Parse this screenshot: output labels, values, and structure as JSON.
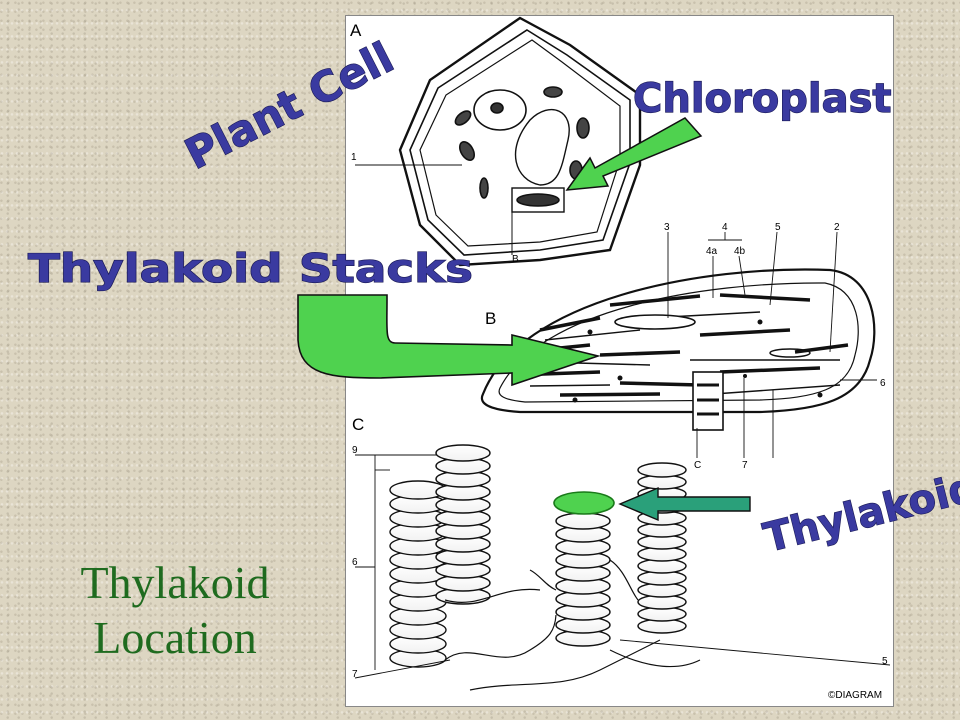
{
  "caption": {
    "line1": "Thylakoid",
    "line2": "Location"
  },
  "titles": {
    "plant_cell": "Plant Cell",
    "chloroplast": "Chloroplast",
    "thylakoid_stacks": "Thylakoid Stacks",
    "thylakoid": "Thylakoid"
  },
  "figure": {
    "section_a": "A",
    "section_b": "B",
    "section_c": "C",
    "copyright": "©DIAGRAM",
    "labels": {
      "n1": "1",
      "b_ref": "B",
      "n3": "3",
      "n4": "4",
      "n4a": "4a",
      "n4b": "4b",
      "n5": "5",
      "n2": "2",
      "n6": "6",
      "c_ref": "C",
      "n7": "7",
      "c9": "9",
      "c6": "6",
      "c7": "7",
      "c5": "5"
    }
  },
  "colors": {
    "arrow_green": "#4fd24f",
    "title_blue": "#3a3aa0",
    "caption_green": "#1f6b1f",
    "background": "#ddd6c2"
  }
}
